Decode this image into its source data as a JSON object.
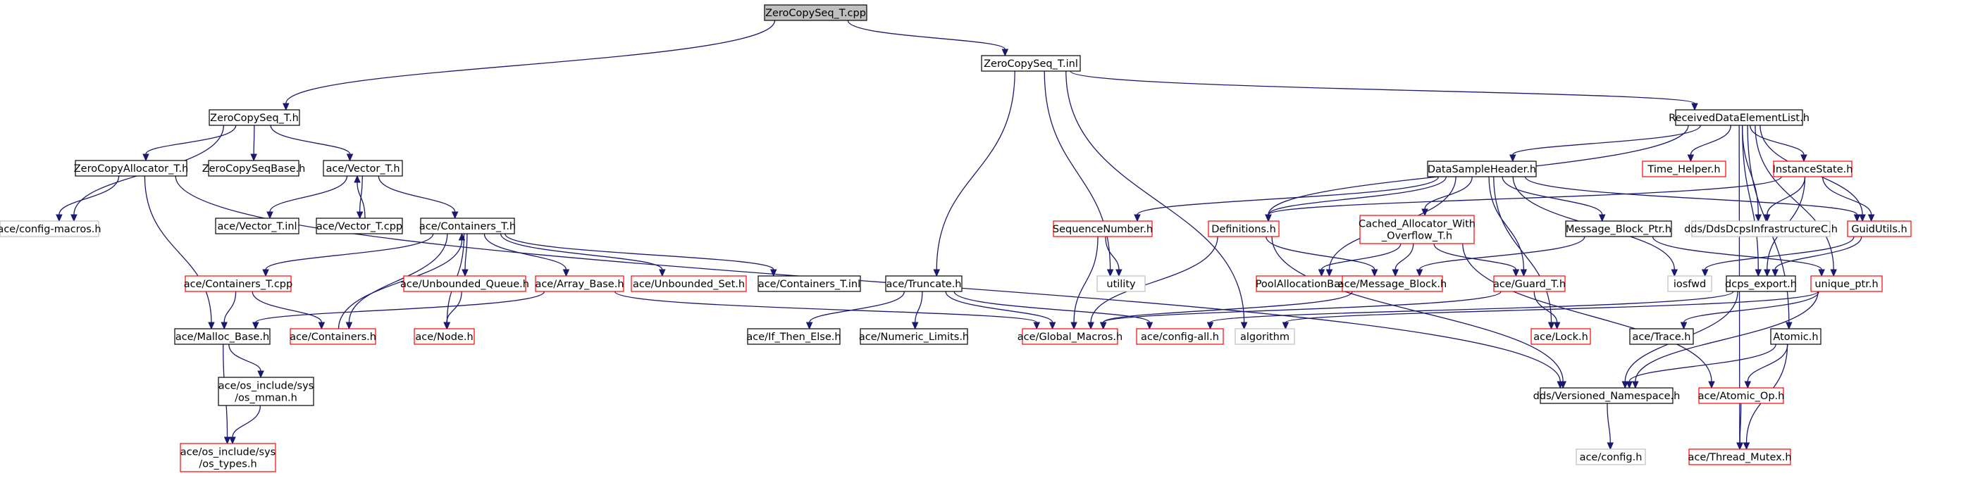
{
  "colors": {
    "edge": "#191970",
    "root_fill": "#bfbfbf",
    "border_black": "#000000",
    "border_red": "#ff0000",
    "border_gray": "#bfbfbf"
  },
  "nodes": [
    {
      "id": "zcs_cpp",
      "lines": [
        "ZeroCopySeq_T.cpp"
      ],
      "style": "root"
    },
    {
      "id": "zcs_inl",
      "lines": [
        "ZeroCopySeq_T.inl"
      ],
      "style": "black"
    },
    {
      "id": "zcs_h",
      "lines": [
        "ZeroCopySeq_T.h"
      ],
      "style": "black"
    },
    {
      "id": "rdel",
      "lines": [
        "ReceivedDataElementList.h"
      ],
      "style": "black"
    },
    {
      "id": "zca",
      "lines": [
        "ZeroCopyAllocator_T.h"
      ],
      "style": "black"
    },
    {
      "id": "zcsb",
      "lines": [
        "ZeroCopySeqBase.h"
      ],
      "style": "black"
    },
    {
      "id": "vec_h",
      "lines": [
        "ace/Vector_T.h"
      ],
      "style": "black"
    },
    {
      "id": "cfgmacros",
      "lines": [
        "ace/config-macros.h"
      ],
      "style": "gray"
    },
    {
      "id": "vec_inl",
      "lines": [
        "ace/Vector_T.inl"
      ],
      "style": "black"
    },
    {
      "id": "vec_cpp",
      "lines": [
        "ace/Vector_T.cpp"
      ],
      "style": "black"
    },
    {
      "id": "cont_h",
      "lines": [
        "ace/Containers_T.h"
      ],
      "style": "black"
    },
    {
      "id": "cont_cpp",
      "lines": [
        "ace/Containers_T.cpp"
      ],
      "style": "red"
    },
    {
      "id": "unbq",
      "lines": [
        "ace/Unbounded_Queue.h"
      ],
      "style": "red"
    },
    {
      "id": "arrb",
      "lines": [
        "ace/Array_Base.h"
      ],
      "style": "red"
    },
    {
      "id": "unbs",
      "lines": [
        "ace/Unbounded_Set.h"
      ],
      "style": "red"
    },
    {
      "id": "cont_inl",
      "lines": [
        "ace/Containers_T.inl"
      ],
      "style": "black"
    },
    {
      "id": "malloc",
      "lines": [
        "ace/Malloc_Base.h"
      ],
      "style": "black"
    },
    {
      "id": "conth",
      "lines": [
        "ace/Containers.h"
      ],
      "style": "red"
    },
    {
      "id": "node",
      "lines": [
        "ace/Node.h"
      ],
      "style": "red"
    },
    {
      "id": "mman",
      "lines": [
        "ace/os_include/sys",
        "/os_mman.h"
      ],
      "style": "black"
    },
    {
      "id": "ostypes",
      "lines": [
        "ace/os_include/sys",
        "/os_types.h"
      ],
      "style": "red"
    },
    {
      "id": "trunc",
      "lines": [
        "ace/Truncate.h"
      ],
      "style": "black"
    },
    {
      "id": "ifte",
      "lines": [
        "ace/If_Then_Else.h"
      ],
      "style": "black"
    },
    {
      "id": "numlim",
      "lines": [
        "ace/Numeric_Limits.h"
      ],
      "style": "black"
    },
    {
      "id": "gmacros",
      "lines": [
        "ace/Global_Macros.h"
      ],
      "style": "red"
    },
    {
      "id": "cfgall",
      "lines": [
        "ace/config-all.h"
      ],
      "style": "red"
    },
    {
      "id": "algo",
      "lines": [
        "algorithm"
      ],
      "style": "gray"
    },
    {
      "id": "dsh",
      "lines": [
        "DataSampleHeader.h"
      ],
      "style": "black"
    },
    {
      "id": "timeh",
      "lines": [
        "Time_Helper.h"
      ],
      "style": "red"
    },
    {
      "id": "inst",
      "lines": [
        "InstanceState.h"
      ],
      "style": "red"
    },
    {
      "id": "seqnum",
      "lines": [
        "SequenceNumber.h"
      ],
      "style": "red"
    },
    {
      "id": "defs",
      "lines": [
        "Definitions.h"
      ],
      "style": "red"
    },
    {
      "id": "cachedalloc",
      "lines": [
        "Cached_Allocator_With",
        "_Overflow_T.h"
      ],
      "style": "red"
    },
    {
      "id": "mbp",
      "lines": [
        "Message_Block_Ptr.h"
      ],
      "style": "black"
    },
    {
      "id": "ddsinfra",
      "lines": [
        "dds/DdsDcpsInfrastructureC.h"
      ],
      "style": "gray"
    },
    {
      "id": "guid",
      "lines": [
        "GuidUtils.h"
      ],
      "style": "red"
    },
    {
      "id": "utility",
      "lines": [
        "utility"
      ],
      "style": "gray"
    },
    {
      "id": "pool",
      "lines": [
        "PoolAllocationBase.h"
      ],
      "style": "red"
    },
    {
      "id": "msgblock",
      "lines": [
        "ace/Message_Block.h"
      ],
      "style": "red"
    },
    {
      "id": "guard",
      "lines": [
        "ace/Guard_T.h"
      ],
      "style": "red"
    },
    {
      "id": "iosfwd",
      "lines": [
        "iosfwd"
      ],
      "style": "gray"
    },
    {
      "id": "dcpsexp",
      "lines": [
        "dcps_export.h"
      ],
      "style": "black"
    },
    {
      "id": "uptr",
      "lines": [
        "unique_ptr.h"
      ],
      "style": "red"
    },
    {
      "id": "lock",
      "lines": [
        "ace/Lock.h"
      ],
      "style": "red"
    },
    {
      "id": "trace",
      "lines": [
        "ace/Trace.h"
      ],
      "style": "black"
    },
    {
      "id": "atomic",
      "lines": [
        "Atomic.h"
      ],
      "style": "black"
    },
    {
      "id": "vns",
      "lines": [
        "dds/Versioned_Namespace.h"
      ],
      "style": "black"
    },
    {
      "id": "atomicop",
      "lines": [
        "ace/Atomic_Op.h"
      ],
      "style": "red"
    },
    {
      "id": "config",
      "lines": [
        "ace/config.h"
      ],
      "style": "gray"
    },
    {
      "id": "tmutex",
      "lines": [
        "ace/Thread_Mutex.h"
      ],
      "style": "red"
    }
  ],
  "edges": [
    [
      "zcs_cpp",
      "zcs_h"
    ],
    [
      "zcs_cpp",
      "zcs_inl"
    ],
    [
      "zcs_inl",
      "rdel"
    ],
    [
      "zcs_inl",
      "trunc"
    ],
    [
      "zcs_inl",
      "utility"
    ],
    [
      "zcs_inl",
      "algo"
    ],
    [
      "zcs_h",
      "zca"
    ],
    [
      "zcs_h",
      "zcsb"
    ],
    [
      "zcs_h",
      "vec_h"
    ],
    [
      "zcs_h",
      "cfgmacros"
    ],
    [
      "zca",
      "cfgmacros"
    ],
    [
      "zca",
      "malloc"
    ],
    [
      "zca",
      "vns"
    ],
    [
      "vec_h",
      "vec_inl"
    ],
    [
      "vec_h",
      "vec_cpp"
    ],
    [
      "vec_h",
      "cont_h"
    ],
    [
      "vec_cpp",
      "vec_h"
    ],
    [
      "cont_h",
      "cont_cpp"
    ],
    [
      "cont_h",
      "unbq"
    ],
    [
      "cont_h",
      "arrb"
    ],
    [
      "cont_h",
      "unbs"
    ],
    [
      "cont_h",
      "cont_inl"
    ],
    [
      "cont_h",
      "conth"
    ],
    [
      "cont_h",
      "node"
    ],
    [
      "cont_cpp",
      "malloc"
    ],
    [
      "cont_cpp",
      "conth"
    ],
    [
      "conth",
      "cont_h"
    ],
    [
      "unbq",
      "node"
    ],
    [
      "arrb",
      "malloc"
    ],
    [
      "arrb",
      "gmacros"
    ],
    [
      "malloc",
      "mman"
    ],
    [
      "malloc",
      "ostypes"
    ],
    [
      "mman",
      "ostypes"
    ],
    [
      "trunc",
      "ifte"
    ],
    [
      "trunc",
      "numlim"
    ],
    [
      "trunc",
      "gmacros"
    ],
    [
      "trunc",
      "cfgall"
    ],
    [
      "rdel",
      "dsh"
    ],
    [
      "rdel",
      "timeh"
    ],
    [
      "rdel",
      "inst"
    ],
    [
      "rdel",
      "defs"
    ],
    [
      "rdel",
      "ddsinfra"
    ],
    [
      "rdel",
      "guid"
    ],
    [
      "rdel",
      "dcpsexp"
    ],
    [
      "rdel",
      "uptr"
    ],
    [
      "rdel",
      "atomic"
    ],
    [
      "rdel",
      "tmutex"
    ],
    [
      "dsh",
      "seqnum"
    ],
    [
      "dsh",
      "defs"
    ],
    [
      "dsh",
      "cachedalloc"
    ],
    [
      "dsh",
      "mbp"
    ],
    [
      "dsh",
      "pool"
    ],
    [
      "dsh",
      "guard"
    ],
    [
      "dsh",
      "lock"
    ],
    [
      "dsh",
      "guid"
    ],
    [
      "dsh",
      "iosfwd"
    ],
    [
      "inst",
      "defs"
    ],
    [
      "inst",
      "ddsinfra"
    ],
    [
      "inst",
      "guid"
    ],
    [
      "inst",
      "dcpsexp"
    ],
    [
      "seqnum",
      "utility"
    ],
    [
      "seqnum",
      "gmacros"
    ],
    [
      "defs",
      "msgblock"
    ],
    [
      "defs",
      "gmacros"
    ],
    [
      "defs",
      "vns"
    ],
    [
      "cachedalloc",
      "pool"
    ],
    [
      "cachedalloc",
      "msgblock"
    ],
    [
      "cachedalloc",
      "guard"
    ],
    [
      "cachedalloc",
      "atomicop"
    ],
    [
      "mbp",
      "msgblock"
    ],
    [
      "mbp",
      "uptr"
    ],
    [
      "guid",
      "dcpsexp"
    ],
    [
      "guid",
      "iosfwd"
    ],
    [
      "msgblock",
      "gmacros"
    ],
    [
      "guard",
      "lock"
    ],
    [
      "guard",
      "gmacros"
    ],
    [
      "dcpsexp",
      "cfgall"
    ],
    [
      "dcpsexp",
      "vns"
    ],
    [
      "uptr",
      "algo"
    ],
    [
      "uptr",
      "trace"
    ],
    [
      "uptr",
      "vns"
    ],
    [
      "atomic",
      "vns"
    ],
    [
      "atomic",
      "atomicop"
    ],
    [
      "atomic",
      "tmutex"
    ],
    [
      "vns",
      "config"
    ],
    [
      "atomicop",
      "tmutex"
    ]
  ]
}
